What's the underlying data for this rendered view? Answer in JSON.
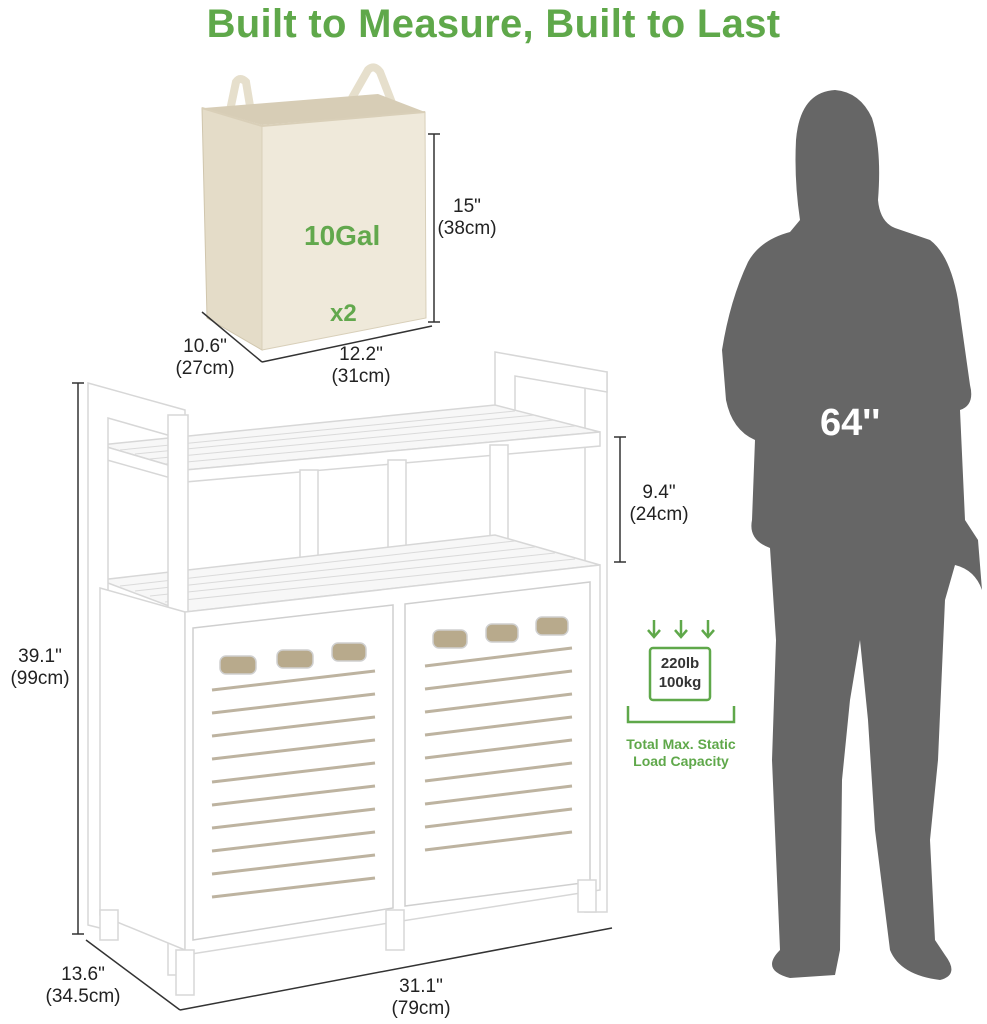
{
  "title": "Built to Measure, Built to Last",
  "basket": {
    "capacity": "10Gal",
    "quantity": "x2",
    "height_in": "15\"",
    "height_cm": "(38cm)",
    "depth_in": "10.6\"",
    "depth_cm": "(27cm)",
    "width_in": "12.2\"",
    "width_cm": "(31cm)"
  },
  "cabinet": {
    "height_in": "39.1\"",
    "height_cm": "(99cm)",
    "shelf_gap_in": "9.4\"",
    "shelf_gap_cm": "(24cm)",
    "depth_in": "13.6\"",
    "depth_cm": "(34.5cm)",
    "width_in": "31.1\"",
    "width_cm": "(79cm)"
  },
  "load": {
    "lb": "220lb",
    "kg": "100kg",
    "caption_line1": "Total Max. Static",
    "caption_line2": "Load Capacity"
  },
  "person": {
    "height": "64''"
  },
  "colors": {
    "accent_green": "#5fa84a",
    "silhouette": "#666666",
    "basket": "#ebe4d3",
    "cabinet": "#ffffff"
  }
}
